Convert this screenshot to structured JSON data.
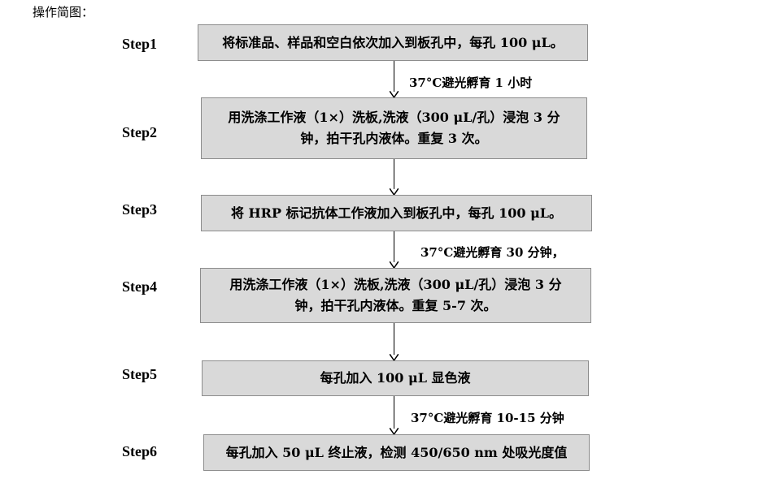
{
  "title": "操作简图：",
  "steps": [
    {
      "label": "Step1",
      "text": "将标准品、样品和空白依次加入到板孔中，每孔 100 μL。"
    },
    {
      "label": "Step2",
      "line1": "用洗涤工作液（1×）洗板,洗液（300 μL/孔）浸泡 3 分",
      "line2": "钟，拍干孔内液体。重复 3 次。"
    },
    {
      "label": "Step3",
      "text": "将 HRP 标记抗体工作液加入到板孔中，每孔 100 μL。"
    },
    {
      "label": "Step4",
      "line1": "用洗涤工作液（1×）洗板,洗液（300 μL/孔）浸泡 3 分",
      "line2": "钟，拍干孔内液体。重复 5-7 次。"
    },
    {
      "label": "Step5",
      "text": "每孔加入 100 μL 显色液"
    },
    {
      "label": "Step6",
      "text": "每孔加入 50 μL 终止液，检测 450/650 nm 处吸光度值"
    }
  ],
  "notes": {
    "incubation_1": "37°C避光孵育 1 小时",
    "incubation_2": "37°C避光孵育 30 分钟，",
    "incubation_3": "37°C避光孵育 10-15 分钟"
  }
}
